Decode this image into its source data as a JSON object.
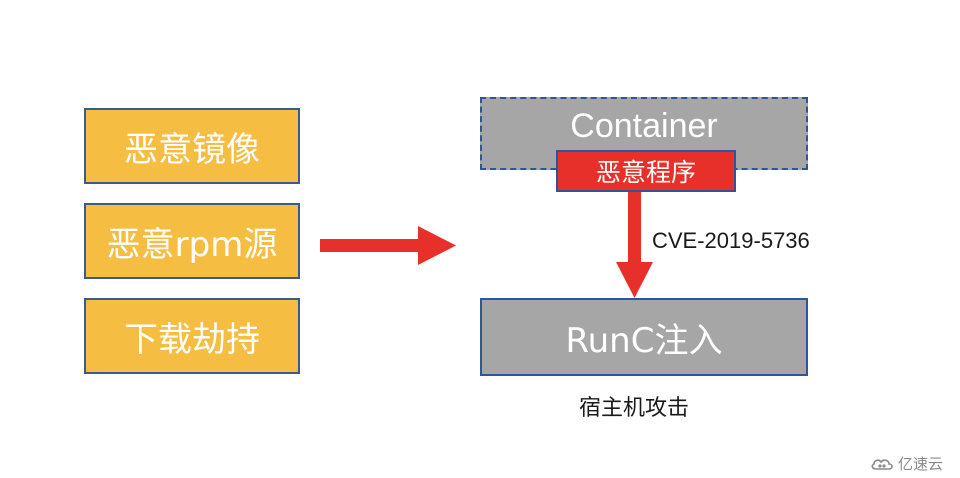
{
  "left_boxes": [
    {
      "label": "恶意镜像"
    },
    {
      "label": "恶意rpm源"
    },
    {
      "label": "下载劫持"
    }
  ],
  "container": {
    "label": "Container"
  },
  "malware": {
    "label": "恶意程序"
  },
  "cve": {
    "label": "CVE-2019-5736"
  },
  "runc": {
    "label": "RunC注入"
  },
  "host_attack": {
    "label": "宿主机攻击"
  },
  "watermark": {
    "label": "亿速云"
  },
  "colors": {
    "yellow": "#f5bd42",
    "gray": "#a6a6a6",
    "red": "#e8302a",
    "border_blue": "#2f5597"
  }
}
